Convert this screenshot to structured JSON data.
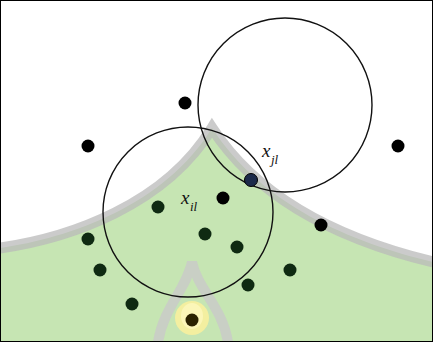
{
  "diagram": {
    "labels": [
      "x",
      "il",
      "x",
      "jl"
    ]
  }
}
